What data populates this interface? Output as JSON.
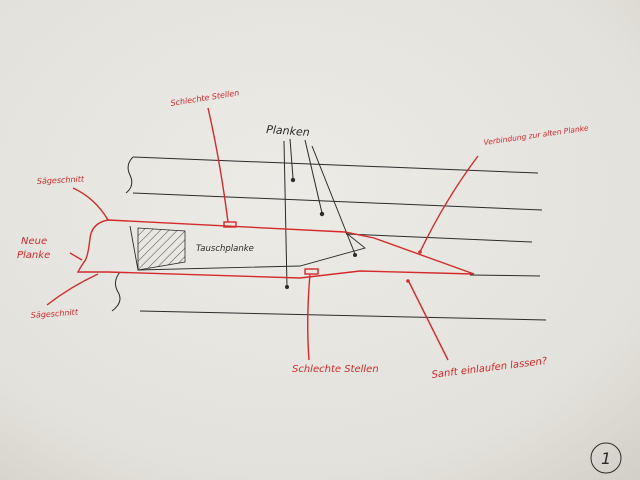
{
  "labels": {
    "schlechte_stellen_top": "Schlechte Stellen",
    "schlechte_stellen_bottom": "Schlechte Stellen",
    "planken": "Planken",
    "verbindung": "Verbindung zur alten Planke",
    "saegeschnitt_top": "Sägeschnitt",
    "saegeschnitt_bottom": "Sägeschnitt",
    "neue_planke_line1": "Neue",
    "neue_planke_line2": "Planke",
    "tauschplanke": "Tauschplanke",
    "sanft_einlaufen": "Sanft einlaufen lassen?",
    "page_number": "1"
  },
  "colors": {
    "paper": "#e7e5df",
    "pencil": "#2b2b2b",
    "red_ink": "#d42a2a"
  }
}
